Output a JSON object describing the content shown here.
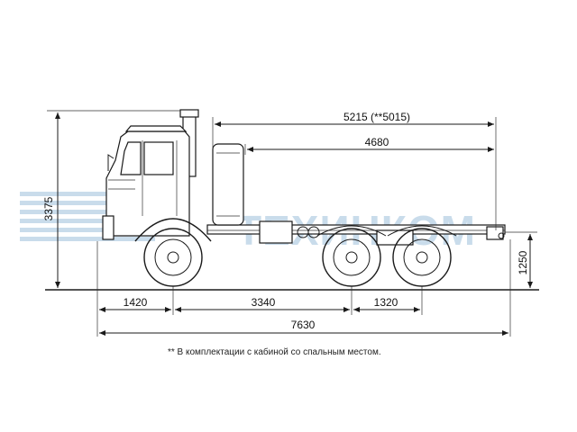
{
  "watermark": {
    "text": "ТЕХИНКОМ",
    "color": "#c9dceb"
  },
  "dimensions": {
    "overall_height": "3375",
    "length_cab_to_frame_end": "5215 (**5015)",
    "frame_length": "4680",
    "frame_height": "1250",
    "front_overhang": "1420",
    "wheelbase": "3340",
    "rear_axle_spacing": "1320",
    "overall_length": "7630"
  },
  "footnote": "**  В комплектации с кабиной со спальным местом."
}
